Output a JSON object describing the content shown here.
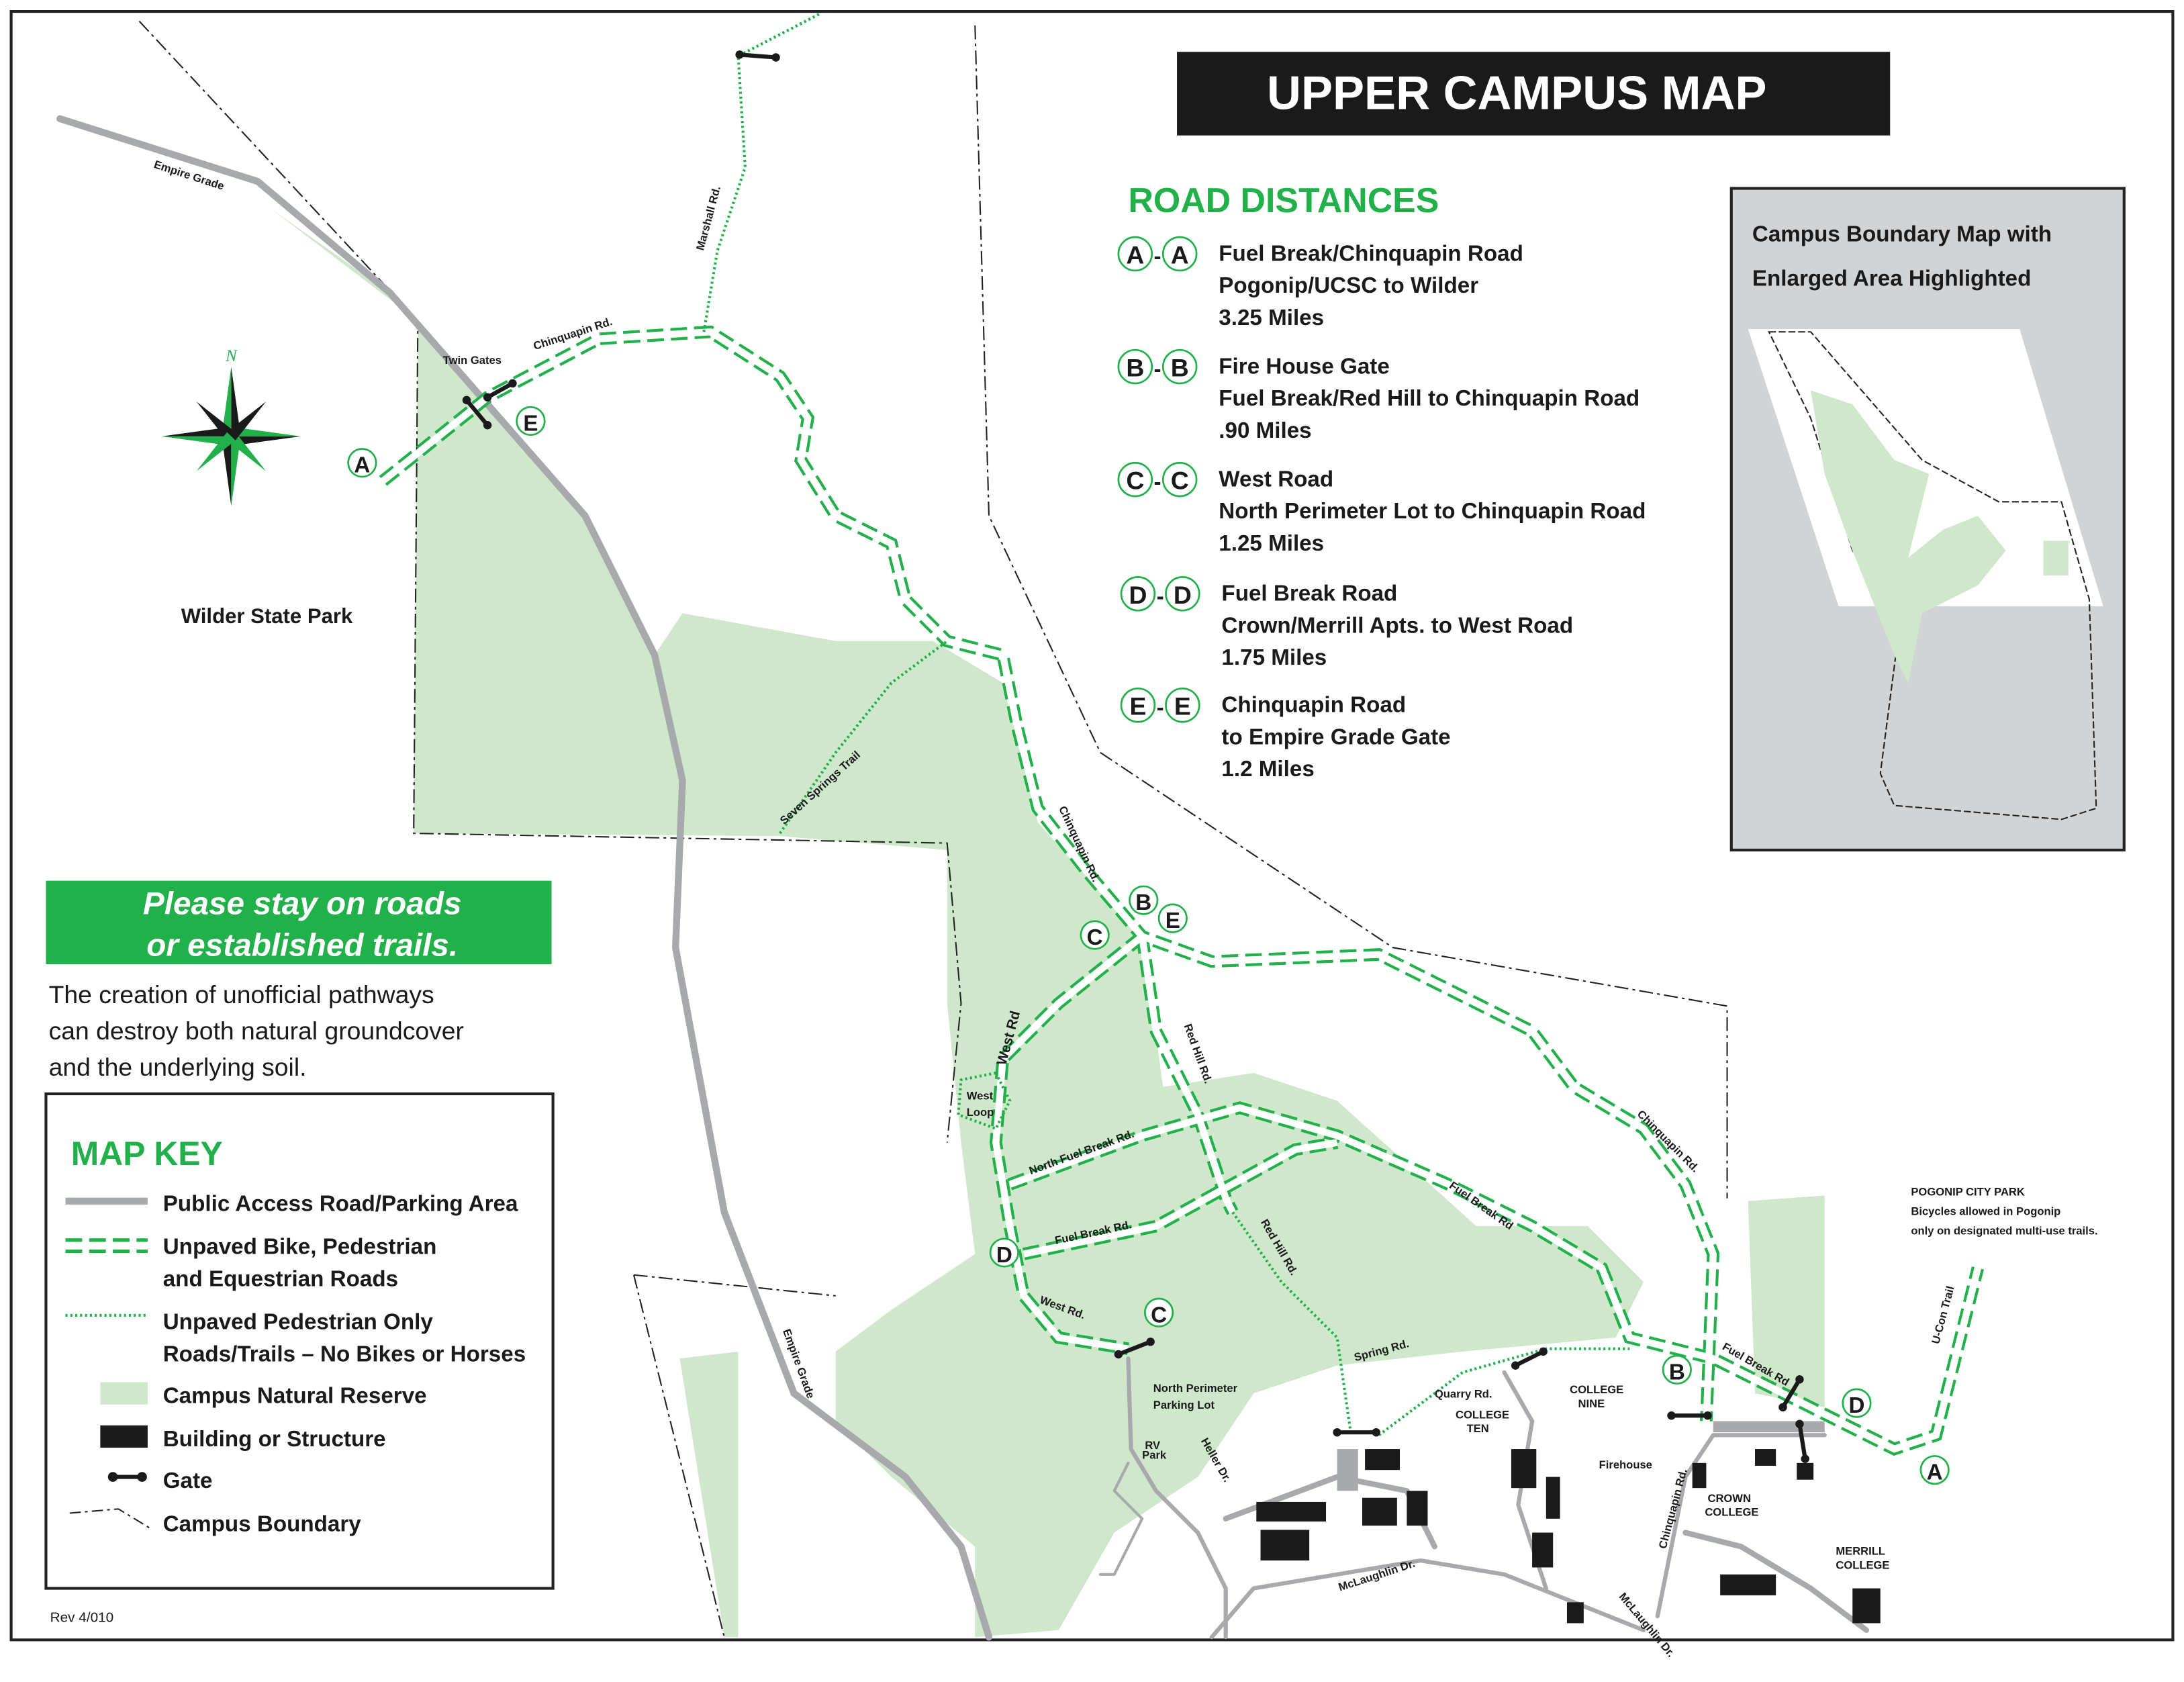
{
  "title": "UPPER CAMPUS MAP",
  "road_distances": {
    "heading": "ROAD DISTANCES",
    "items": [
      {
        "from": "A",
        "to": "A",
        "lines": [
          "Fuel Break/Chinquapin Road",
          "Pogonip/UCSC to Wilder",
          "3.25 Miles"
        ]
      },
      {
        "from": "B",
        "to": "B",
        "lines": [
          "Fire House Gate",
          "Fuel Break/Red Hill to Chinquapin Road",
          ".90 Miles"
        ]
      },
      {
        "from": "C",
        "to": "C",
        "lines": [
          "West Road",
          "North Perimeter Lot to Chinquapin Road",
          "1.25 Miles"
        ]
      },
      {
        "from": "D",
        "to": "D",
        "lines": [
          "Fuel Break Road",
          "Crown/Merrill Apts. to West Road",
          "1.75 Miles"
        ]
      },
      {
        "from": "E",
        "to": "E",
        "lines": [
          "Chinquapin Road",
          "to Empire Grade Gate",
          "1.2 Miles"
        ]
      }
    ]
  },
  "inset": {
    "title_lines": [
      "Campus Boundary Map with",
      "Enlarged Area Highlighted"
    ]
  },
  "notice": {
    "banner_lines": [
      "Please stay on roads",
      "or established trails."
    ],
    "body_lines": [
      "The creation of unofficial pathways",
      "can destroy both natural groundcover",
      "and the underlying soil."
    ]
  },
  "map_key": {
    "heading": "MAP KEY",
    "items": [
      {
        "icon": "public-road",
        "lines": [
          "Public Access Road/Parking Area"
        ]
      },
      {
        "icon": "unpaved-road",
        "lines": [
          "Unpaved Bike, Pedestrian",
          "and Equestrian Roads"
        ]
      },
      {
        "icon": "pedestrian-trail",
        "lines": [
          "Unpaved Pedestrian Only",
          "Roads/Trails – No Bikes or Horses"
        ]
      },
      {
        "icon": "reserve",
        "lines": [
          "Campus Natural Reserve"
        ]
      },
      {
        "icon": "building",
        "lines": [
          "Building or Structure"
        ]
      },
      {
        "icon": "gate",
        "lines": [
          "Gate"
        ]
      },
      {
        "icon": "boundary",
        "lines": [
          "Campus Boundary"
        ]
      }
    ]
  },
  "pogonip": {
    "title": "POGONIP CITY PARK",
    "lines": [
      "Bicycles allowed in Pogonip",
      "only on designated multi-use trails."
    ]
  },
  "revision": "Rev 4/010",
  "compass_north": "N",
  "labels": {
    "empire_grade": "Empire Grade",
    "marshall": "Marshall Rd.",
    "chinquapin": "Chinquapin Rd.",
    "twin_gates": "Twin Gates",
    "wilder": "Wilder State Park",
    "seven_springs": "Seven Springs Trail",
    "west_rd": "West Rd",
    "west_rd2": "West Rd.",
    "west_loop": [
      "West",
      "Loop"
    ],
    "north_fuel_break": "North Fuel Break Rd.",
    "fuel_break": "Fuel Break Rd.",
    "fuel_break2": "Fuel Break Rd",
    "red_hill": "Red Hill Rd.",
    "spring": "Spring Rd.",
    "quarry": "Quarry Rd.",
    "college_ten": [
      "COLLEGE",
      "TEN"
    ],
    "college_nine": [
      "COLLEGE",
      "NINE"
    ],
    "north_perimeter": [
      "North Perimeter",
      "Parking Lot"
    ],
    "rv_park": [
      "RV",
      "Park"
    ],
    "heller": "Heller Dr.",
    "mclaughlin": "McLaughlin Dr.",
    "firehouse": "Firehouse",
    "crown": [
      "CROWN",
      "COLLEGE"
    ],
    "merrill": [
      "MERRILL",
      "COLLEGE"
    ],
    "ucon": "U-Con Trail"
  },
  "markers": {
    "A": "A",
    "B": "B",
    "C": "C",
    "D": "D",
    "E": "E"
  },
  "colors": {
    "green": "#22b04b",
    "reserve": "#cfe8cc",
    "road": "#a7a9ac",
    "inset_bg": "#d1d3d4"
  }
}
